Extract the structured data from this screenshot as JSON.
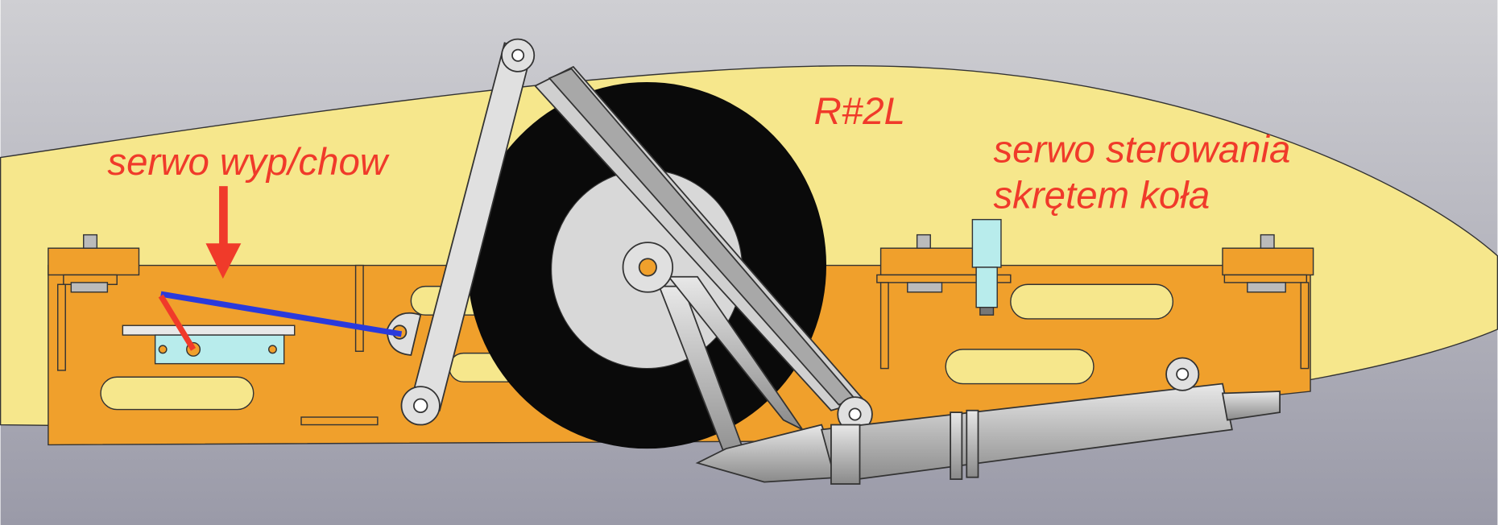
{
  "labels": {
    "servo_retract": "serwo wyp/chow",
    "model_code": "R#2L",
    "servo_steering_line1": "serwo sterowania",
    "servo_steering_line2": "skrętem koła"
  },
  "colors": {
    "fuselage": "#f6e78c",
    "plate": "#f0a02c",
    "label": "#f03a2a",
    "pushrod": "#2a3adc",
    "servo_arm": "#f03a2a",
    "tire": "#0a0a0a",
    "rim": "#d8d8d8",
    "metal": "#c8c8c8"
  }
}
